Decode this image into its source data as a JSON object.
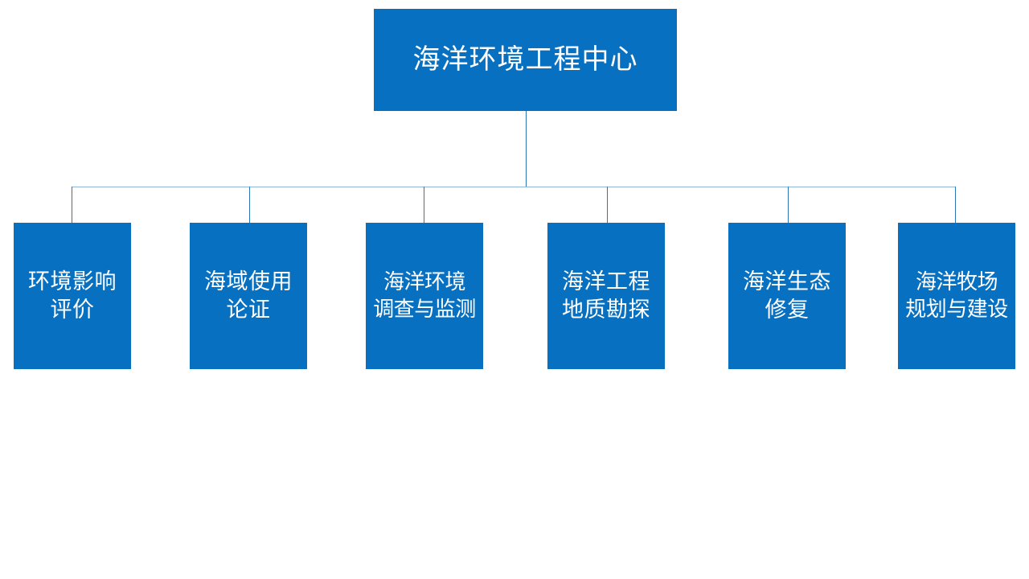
{
  "diagram": {
    "type": "organization-chart",
    "orientation": "top-down",
    "background_color": "#ffffff",
    "node_fill_color": "#0870c0",
    "node_text_color": "#ffffff",
    "bus_line_color": "#8fb4d9",
    "drop_line_color": "#2e75b6",
    "root": {
      "label": "海洋环境工程中心"
    },
    "children": [
      {
        "label": "环境影响\n评价"
      },
      {
        "label": "海域使用\n论证"
      },
      {
        "label": "海洋环境\n调查与监测"
      },
      {
        "label": "海洋工程\n地质勘探"
      },
      {
        "label": "海洋生态\n修复"
      },
      {
        "label": "海洋牧场\n规划与建设"
      }
    ]
  }
}
